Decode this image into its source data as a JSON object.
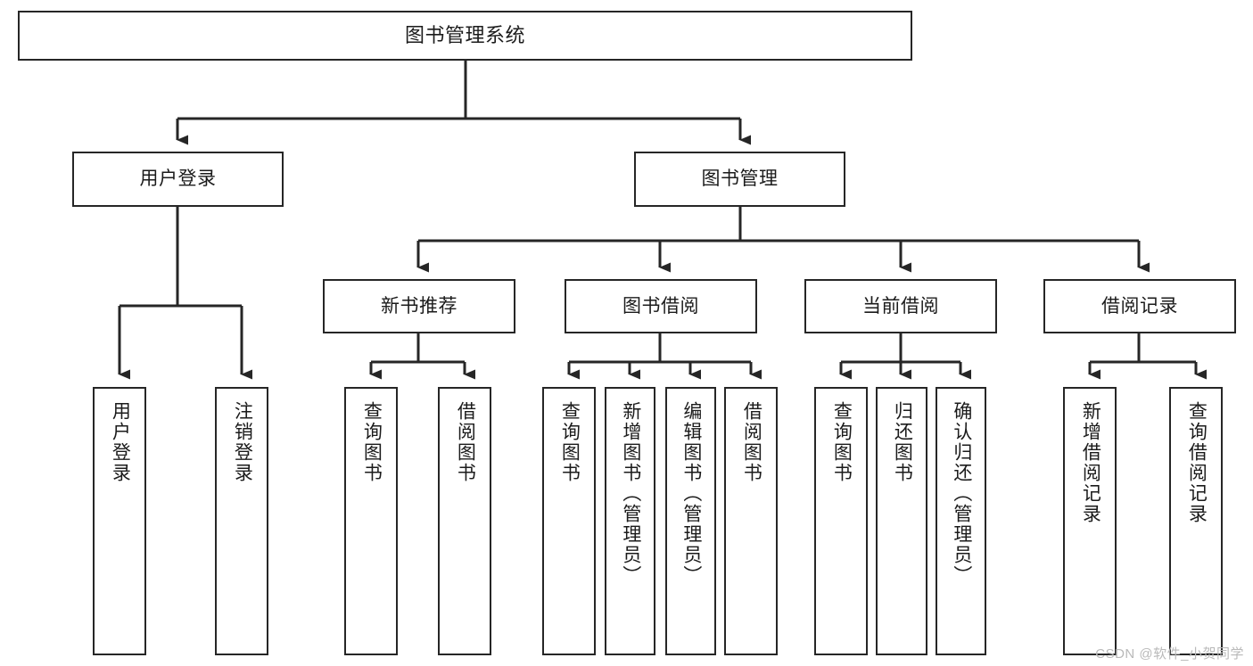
{
  "diagram": {
    "title": "图书管理系统",
    "type": "tree-hierarchy",
    "orientation": "top-down",
    "colors": {
      "box_border": "#262626",
      "box_fill": "#ffffff",
      "connector": "#262626",
      "text": "#1b1b1b",
      "watermark": "#b9b9b9",
      "background": "#ffffff"
    },
    "root": {
      "label": "图书管理系统"
    },
    "level2": [
      {
        "label": "用户登录"
      },
      {
        "label": "图书管理"
      }
    ],
    "level3": [
      {
        "label": "新书推荐"
      },
      {
        "label": "图书借阅"
      },
      {
        "label": "当前借阅"
      },
      {
        "label": "借阅记录"
      }
    ],
    "leaves": {
      "user_login": [
        {
          "label": "用户登录"
        },
        {
          "label": "注销登录"
        }
      ],
      "new_book_recommend": [
        {
          "label": "查询图书"
        },
        {
          "label": "借阅图书"
        }
      ],
      "book_borrow": [
        {
          "label": "查询图书"
        },
        {
          "label": "新增图书（管理员）"
        },
        {
          "label": "编辑图书（管理员）"
        },
        {
          "label": "借阅图书"
        }
      ],
      "current_borrow": [
        {
          "label": "查询图书"
        },
        {
          "label": "归还图书"
        },
        {
          "label": "确认归还（管理员）"
        }
      ],
      "borrow_record": [
        {
          "label": "新增借阅记录"
        },
        {
          "label": "查询借阅记录"
        }
      ]
    }
  },
  "watermark": {
    "text": "CSDN @软件_小贺同学"
  }
}
